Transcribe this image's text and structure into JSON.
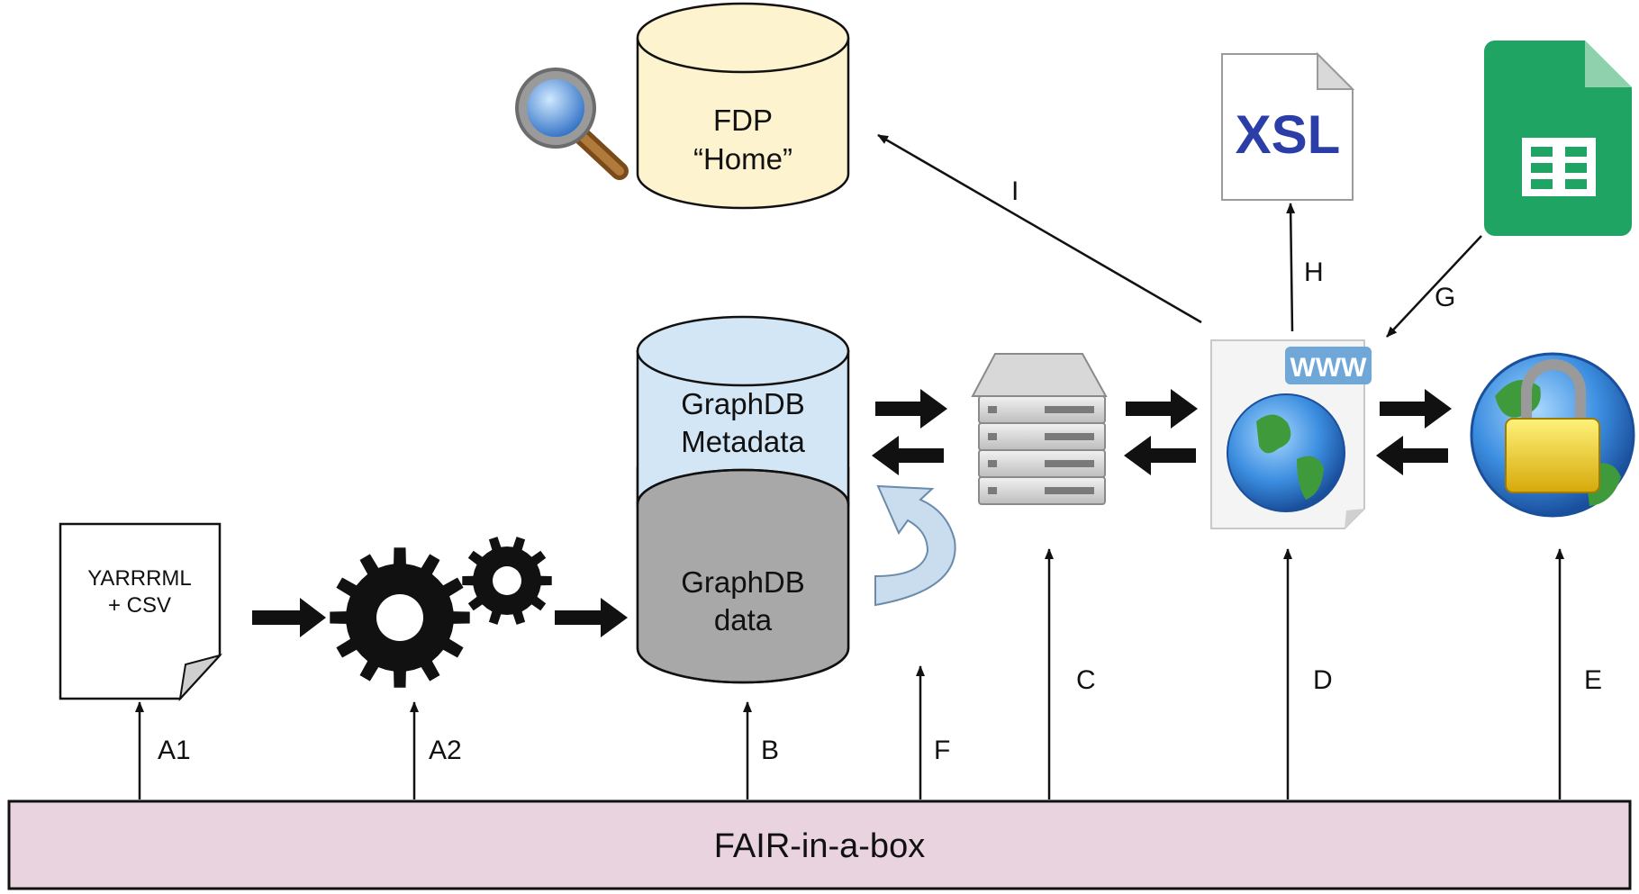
{
  "fdp_db": {
    "line1": "FDP",
    "line2": "“Home”"
  },
  "metadata_db": {
    "line1": "GraphDB",
    "line2": "Metadata"
  },
  "data_db": {
    "line1": "GraphDB",
    "line2": "data"
  },
  "input_doc": {
    "line1": "YARRRML",
    "line2": "+ CSV"
  },
  "xsl_icon": {
    "text": "XSL"
  },
  "www_icon": {
    "badge": "WWW"
  },
  "fair_box": {
    "label": "FAIR-in-a-box",
    "color": "#e8d3df"
  },
  "labels": {
    "a1": "A1",
    "a2": "A2",
    "b": "B",
    "f": "F",
    "c": "C",
    "d": "D",
    "e": "E",
    "g": "G",
    "h": "H",
    "i": "I"
  },
  "colors": {
    "fdp": "#fdf3cf",
    "metadata": "#d3e6f5",
    "data": "#a8a8a8",
    "sheets": "#1fa463",
    "xsl": "#2b3ea8",
    "www_badge": "#6fa8d8",
    "refresh_arrow": "#c9ddef"
  },
  "icons": [
    "magnifier-icon",
    "xsl-file-icon",
    "google-sheets-icon",
    "server-icon",
    "web-page-icon",
    "secure-globe-icon",
    "gears-icon",
    "refresh-arrow-icon"
  ]
}
